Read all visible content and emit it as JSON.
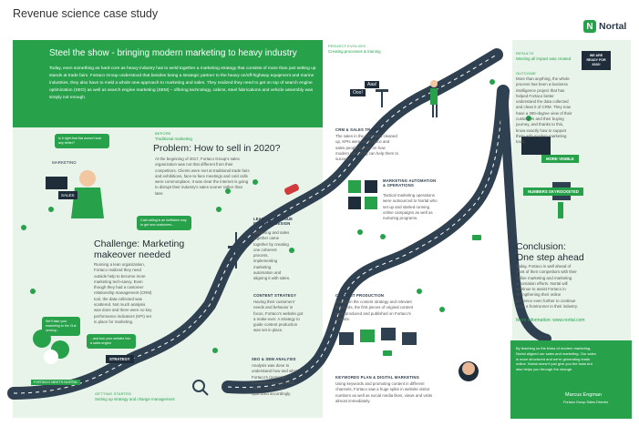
{
  "page": {
    "title": "Revenue science case study",
    "logo_text": "Nortal",
    "logo_mark": "N"
  },
  "banner": {
    "title": "Steel the show - bringing modern marketing to heavy industry",
    "body": "Today, even something as hard-core as heavy industry has to weld together a marketing strategy that consists of more than just setting up stands at trade fairs. Fortaco Group understood that besides being a strategic partner to the heavy on/off-highway equipment and marine industries, they also have to meld a whole new approach to marketing and sales. They realized they need to get on top of search engine optimization (SEO) as well as search engine marketing (SEM) – offering technology, cabins, steel fabrications and vehicle assembly was simply not enough."
  },
  "before": {
    "label": "BEFORE",
    "sub": "Traditional marketing",
    "title": "Problem: How to sell in 2020?",
    "body": "At the beginning of 2017, Fortaco Group's sales organization was not that different from their competitors. Clients were met at traditional trade fairs and exhibitions, face-to-face meetings and cold calls were commonplace. It was clear the internet is going to disrupt their industry's sales sooner rather than later."
  },
  "left_illustration": {
    "thought": "Is it right that this doesn't look any better?",
    "marketing": "MARKETING",
    "sales": "SALES",
    "callout_cold": "Cold calling is an inefficient way to get new customers..."
  },
  "challenge": {
    "title": "Challenge: Marketing makeover needed",
    "body": "Running a lean organization, Fortaco realized they need outside help to become more marketing tech-savvy. Even though they had a customer relationship management (CRM) tool, the data collected was scattered. Not much analysis was done and there were no key performance indicators (KPI) set in place for marketing."
  },
  "bottom_left": {
    "callout_we": "We'll take your marketing to the 21st century...",
    "callout_turn": "...and turn your website into a sales engine",
    "strategy": "STRATEGY",
    "ribbon": "FORTACO MEETS NORTAL",
    "getting_label": "GETTING STARTED",
    "getting_sub": "Setting up strategy and change management"
  },
  "project": {
    "label": "PROJECT EVOLVES",
    "sub": "Creating processes & training",
    "aaa": "Aaa!",
    "ooo": "Ooo!"
  },
  "crm": {
    "title": "CRM & SALES TRAINING",
    "body": "The sales in the CRM was cleaned up, KPIs were set in place and sales people trained on how modern marketing can help them to succeed."
  },
  "automation": {
    "title": "MARKETING AUTOMATION & OPERATIONS",
    "body": "Tactical marketing operations were outsourced to Nortal who set up and started running online campaigns as well as nurturing programs."
  },
  "lead": {
    "title": "LEAD-TO-REVENUE PROCESS DESIGN",
    "body": "Marketing and sales together came together by creating one coherent process, implementing marketing automation and aligning it with sales."
  },
  "content_strategy": {
    "title": "CONTENT STRATEGY",
    "body": "Having their customers' needs and behavior in focus, Fortaco's website got a make-over. A strategy to guide content production was set in place."
  },
  "content_production": {
    "title": "CONTENT PRODUCTION",
    "body": "Based on the content strategy and relevant keywords, the first pieces of original content were produced and published on Fortaco's website."
  },
  "seo": {
    "title": "SEO & SEM ANALYSIS",
    "body": "Analysis was done to understand how and what Fortaco's (potential) customers search online. Then, content was optimized accordingly."
  },
  "keywords": {
    "title": "KEYWORDS PLAN & DIGITAL MARKETING",
    "body": "Using keywords and promoting content in different channels, Fortaco saw a huge spike in website visitor numbers as well as social media likes, views and visits almost immediately."
  },
  "results": {
    "label": "RESULTS",
    "sub": "Meeting all impact was created",
    "ready": "WE ARE READY FOR 2020!",
    "outcome_label": "OUTCOME",
    "outcome_body": "More than anything, the whole process has been a business intelligence project that has helped Fortaco better understand the data collected and clean it of CRM. They now have a 360-degree view of their customers and their buying journey, and thanks to this, know exactly how to support them with modern marketing tools.",
    "more_visible": "MORE VISIBLE",
    "numbers": "NUMBERS SKYROCKETED",
    "conclusion_title": "Conclusion:\nOne step ahead",
    "conclusion_body": "Today, Fortaco is well ahead of most of their competitors with their online marketing and marketing automation efforts. Nortal will continue to assist Fortaco in strengthening their online presence even further to continue to be a frontrunner in their industry.",
    "more_info": "More information: www.nortal.com"
  },
  "quote": {
    "body": "By teaching us the tricks of modern marketing, Nortal aligned our sales and marketing. Our sales is more structured and we're generating leads online. Nortal doesn't just give you the tools but also helps you through the change.",
    "name": "Marcus Engman",
    "role": "Fortaco Group Sales Director"
  },
  "colors": {
    "brand_green": "#27a24b",
    "mint": "#e8f3ea",
    "road": "#2f4050",
    "navy": "#1f2d3a",
    "accent_red": "#d23b3b"
  }
}
